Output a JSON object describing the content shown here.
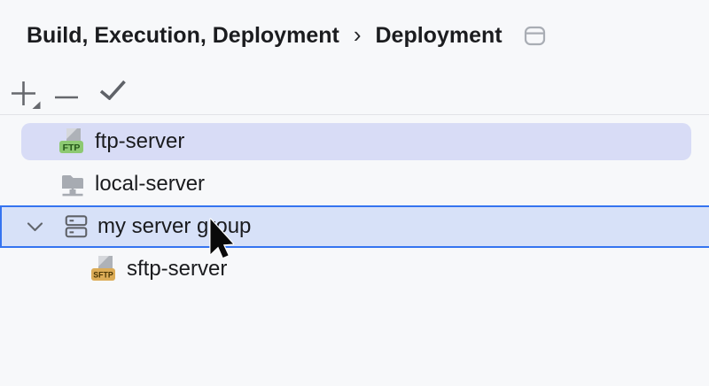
{
  "header": {
    "breadcrumbs": [
      {
        "label": "Build, Execution, Deployment"
      },
      {
        "label": "Deployment"
      }
    ],
    "separator": "›",
    "window_icon": "settings-dialog-icon"
  },
  "toolbar": {
    "buttons": [
      {
        "name": "add",
        "icon": "plus-dropdown-icon"
      },
      {
        "name": "remove",
        "icon": "minus-icon"
      },
      {
        "name": "use-as-default",
        "icon": "checkmark-icon"
      }
    ]
  },
  "tree": {
    "items": [
      {
        "label": "ftp-server",
        "icon": "ftp-server-icon",
        "badge": "FTP",
        "selected": true,
        "indent": 1
      },
      {
        "label": "local-server",
        "icon": "folder-network-icon",
        "selected": false,
        "indent": 1
      },
      {
        "label": "my server group",
        "icon": "server-group-icon",
        "expanded": true,
        "drop_target": true,
        "indent": 0
      },
      {
        "label": "sftp-server",
        "icon": "sftp-server-icon",
        "badge": "SFTP",
        "selected": false,
        "indent": 2
      }
    ]
  },
  "cursor": {
    "icon": "arrow-pointer-cursor"
  },
  "colors": {
    "background": "#F7F8FA",
    "accent_border": "#3574F0",
    "selection_inactive_bg": "#D8DCF6",
    "drop_target_bg": "#D7E1F8",
    "ftp_badge_bg": "#8DC972",
    "ftp_badge_text": "#235617",
    "sftp_badge_bg": "#DCAC57",
    "sftp_badge_text": "#4A3605",
    "icon_gray": "#A7ABB2",
    "outline_gray": "#5E6167",
    "toolbar_icon": "#66686D"
  }
}
